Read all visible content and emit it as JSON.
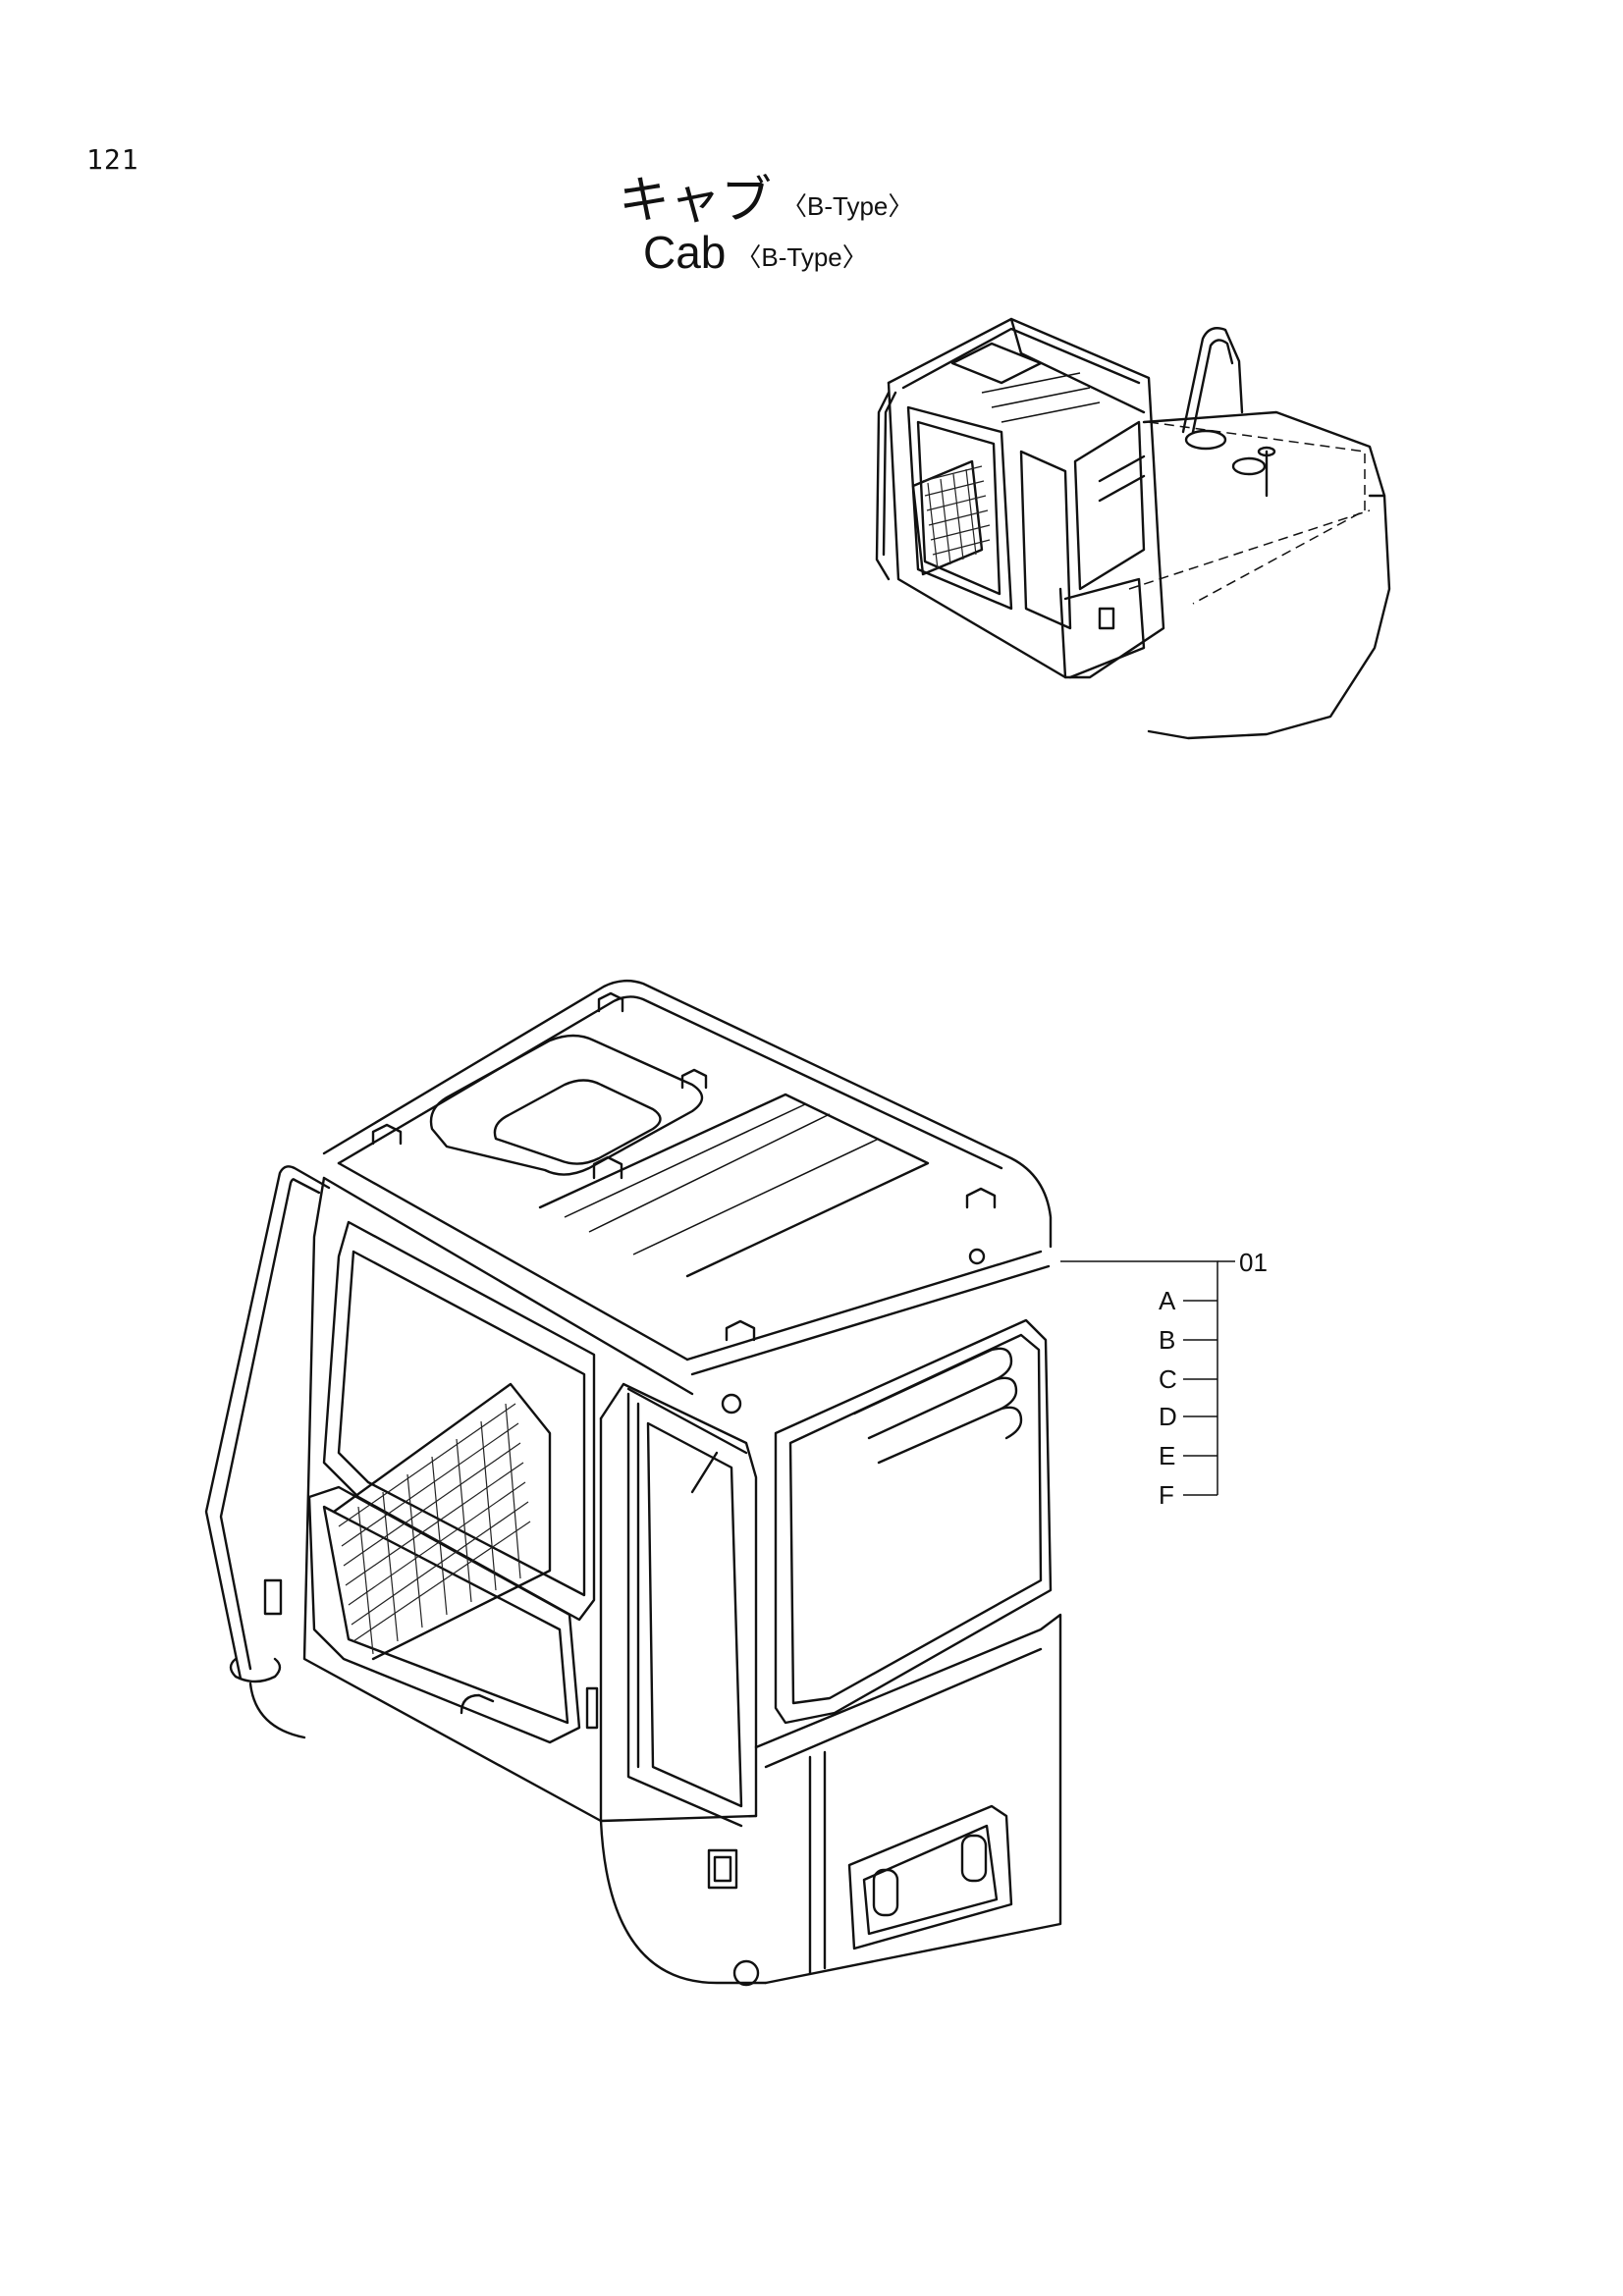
{
  "page": {
    "number": "121"
  },
  "title": {
    "japanese": "キャブ",
    "english": "Cab",
    "type_tag": "〈B-Type〉"
  },
  "callouts": {
    "part_number": "01",
    "letters": [
      "A",
      "B",
      "C",
      "D",
      "E",
      "F"
    ]
  }
}
